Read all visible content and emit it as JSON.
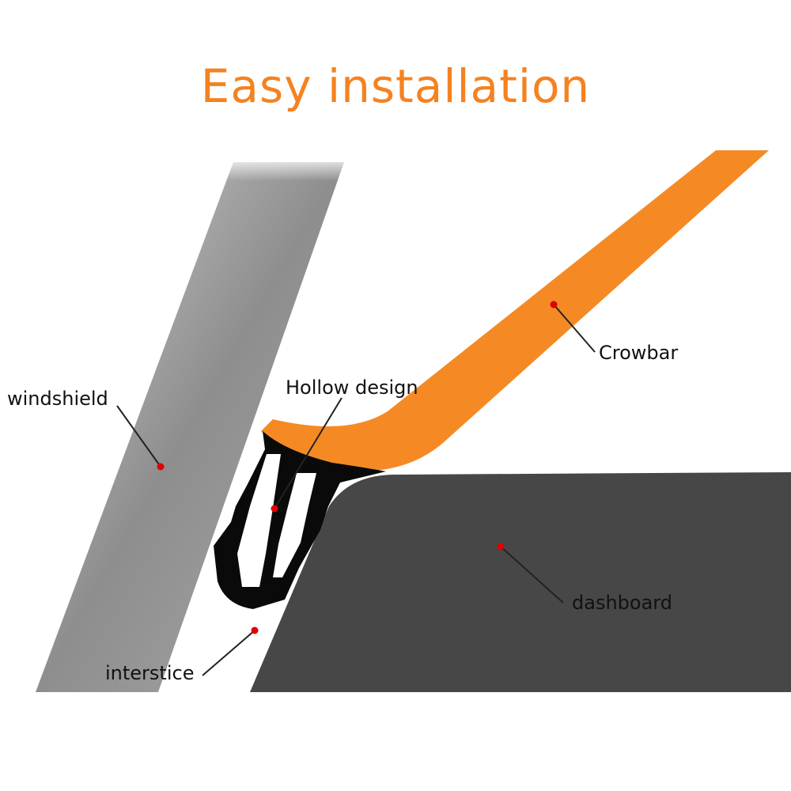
{
  "title": "Easy installation",
  "colors": {
    "title": "#f58220",
    "crowbar": "#f58a24",
    "windshield": "#9a9a9a",
    "dashboard": "#474747",
    "seal": "#0a0a0a",
    "marker": "#e00000"
  },
  "labels": {
    "windshield": "windshield",
    "hollow_design": "Hollow design",
    "crowbar": "Crowbar",
    "dashboard": "dashboard",
    "interstice": "interstice"
  }
}
